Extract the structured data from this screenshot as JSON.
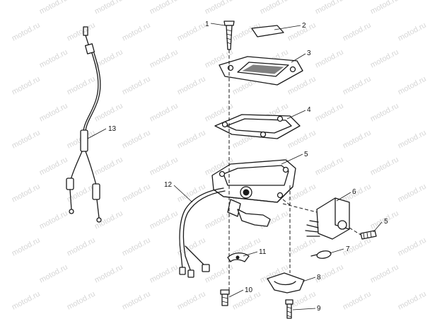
{
  "watermark": {
    "text": "motod.ru"
  },
  "callouts": [
    {
      "id": "c1",
      "label": "1"
    },
    {
      "id": "c2",
      "label": "2"
    },
    {
      "id": "c3",
      "label": "3"
    },
    {
      "id": "c4",
      "label": "4"
    },
    {
      "id": "c5a",
      "label": "5"
    },
    {
      "id": "c6",
      "label": "6"
    },
    {
      "id": "c5b",
      "label": "5"
    },
    {
      "id": "c7",
      "label": "7"
    },
    {
      "id": "c8",
      "label": "8"
    },
    {
      "id": "c9",
      "label": "9"
    },
    {
      "id": "c10",
      "label": "10"
    },
    {
      "id": "c11",
      "label": "11"
    },
    {
      "id": "c12",
      "label": "12"
    },
    {
      "id": "c13",
      "label": "13"
    }
  ],
  "colors": {
    "ink": "#1a1a1a",
    "watermark": "#d6d6d6",
    "background": "#ffffff"
  }
}
